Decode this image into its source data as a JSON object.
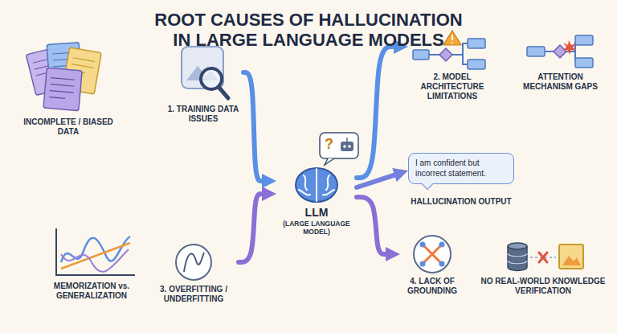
{
  "diagram": {
    "title": "ROOT CAUSES OF HALLUCINATION IN LARGE LANGUAGE MODELS",
    "nodes": [
      {
        "text": [
          "INCOMPLETE / BIASED DATA"
        ]
      },
      {
        "text": [
          "1. TRAINING DATA ISSUES"
        ]
      },
      {
        "text": [
          "MEMORIZATION vs. GENERALIZATION"
        ]
      },
      {
        "text": [
          "3. OVERFITTING / UNDERFITTING"
        ]
      },
      {
        "text": [
          "LLM",
          "(LARGE LANGUAGE MODEL)"
        ]
      },
      {
        "text": [
          "2. MODEL ARCHITECTURE LIMITATIONS"
        ]
      },
      {
        "text": [
          "ATTENTION MECHANISM GAPS"
        ]
      },
      {
        "text": [
          "I am confident but incorrect statement.",
          "HALLUCINATION OUTPUT"
        ]
      },
      {
        "text": [
          "4. LACK OF GROUNDING"
        ]
      },
      {
        "text": [
          "NO REAL-WORLD KNOWLEDGE VERIFICATION"
        ]
      }
    ],
    "edges": [
      {
        "from": 1,
        "to": 4,
        "arrow": "to"
      },
      {
        "from": 3,
        "to": 4,
        "arrow": "to"
      },
      {
        "from": 4,
        "to": 5,
        "arrow": "to"
      },
      {
        "from": 4,
        "to": 7,
        "arrow": "to"
      },
      {
        "from": 4,
        "to": 8,
        "arrow": "to"
      }
    ],
    "labels": [
      "?"
    ]
  }
}
